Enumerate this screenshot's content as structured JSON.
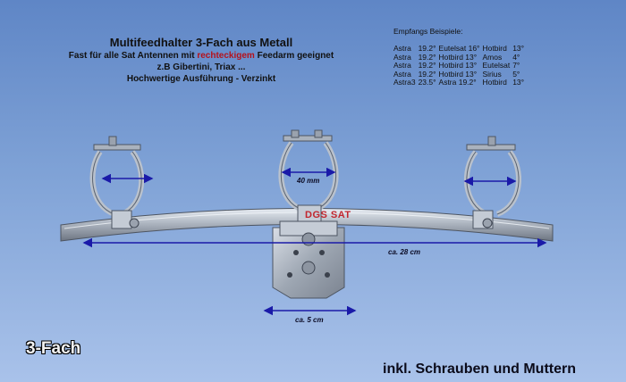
{
  "heading": {
    "title": "Multifeedhalter 3-Fach aus Metall",
    "line1_pre": "Fast für alle Sat Antennen mit ",
    "line1_highlight": "rechteckigem",
    "line1_post": " Feedarm geeignet",
    "line2": "z.B Gibertini, Triax ...",
    "line3": "Hochwertige Ausführung - Verzinkt"
  },
  "examples": {
    "header": "Empfangs Beispiele:",
    "rows": [
      [
        "Astra",
        "19.2°",
        "Eutelsat 16°",
        "Hotbird",
        "13°"
      ],
      [
        "Astra",
        "19.2°",
        "Hotbird 13°",
        "Amos",
        "4°"
      ],
      [
        "Astra",
        "19.2°",
        "Hotbird 13°",
        "Eutelsat",
        "7°"
      ],
      [
        "Astra",
        "19.2°",
        "Hotbird 13°",
        "Sirius",
        "5°"
      ],
      [
        "Astra3",
        "23.5°",
        "Astra 19.2°",
        "Hotbird",
        "13°"
      ]
    ]
  },
  "dimensions": {
    "clamp": "40 mm",
    "width": "ca. 28 cm",
    "bracket": "ca. 5 cm"
  },
  "watermark": "DGS SAT",
  "footer": {
    "type_label": "3-Fach",
    "note": "inkl. Schrauben und Muttern"
  },
  "colors": {
    "highlight": "#b5121b",
    "dimension_arrows": "#1a1aa8"
  }
}
